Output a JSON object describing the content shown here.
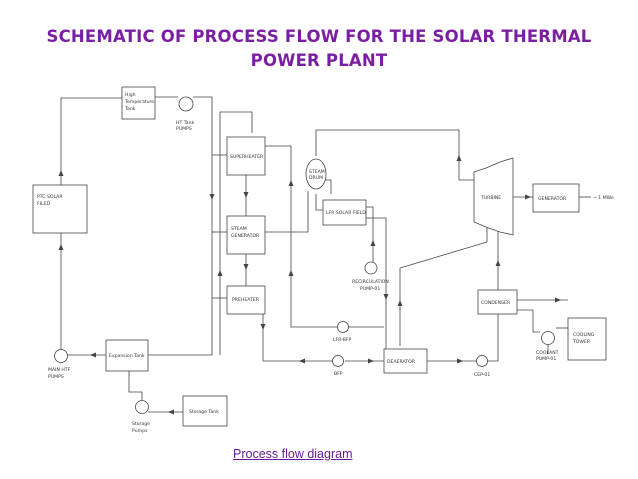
{
  "title": {
    "line1": "SCHEMATIC OF PROCESS FLOW FOR THE SOLAR THERMAL",
    "line2": "POWER PLANT"
  },
  "caption": "Process flow diagram",
  "colors": {
    "title": "#7b1fa2",
    "caption": "#6a1b9a",
    "lines": "#444444"
  },
  "blocks": {
    "ptc": [
      "PTC SOLAR",
      "FILED"
    ],
    "ht_tank": [
      "High",
      "Temperature",
      "Tank"
    ],
    "superheater": [
      "SUPERHEATER"
    ],
    "steam_gen": [
      "STEAM",
      "GENERATOR"
    ],
    "preheater": [
      "PREHEATER"
    ],
    "steam_drum": [
      "STEAM",
      "DRUM"
    ],
    "lfr": [
      "LFR SOLAR FIELD"
    ],
    "turbine": [
      "TURBINE"
    ],
    "generator": [
      "GENERATOR"
    ],
    "condenser": [
      "CONDENSER"
    ],
    "cooling_tower": [
      "COOLING",
      "TOWER"
    ],
    "deaerator": [
      "DEAERATOR"
    ],
    "expansion_tank": [
      "Expansion Tank"
    ],
    "storage_tank": [
      "Storage Tank"
    ]
  },
  "pumps": {
    "ht_tank": [
      "HT Tank",
      "PUMPS"
    ],
    "main_htf": [
      "MAIN HTF",
      "PUMPS"
    ],
    "storage": [
      "Storage",
      "Pumps"
    ],
    "recirculation": [
      "RECIRCULATION",
      "PUMP-01"
    ],
    "lfr_bfp": [
      "LFR-BFP"
    ],
    "bfp": [
      "BFP"
    ],
    "cep": [
      "CEP-01"
    ],
    "coolant": [
      "COOLANT",
      "PUMP-01"
    ]
  },
  "output_label": "~ 1 MWe"
}
